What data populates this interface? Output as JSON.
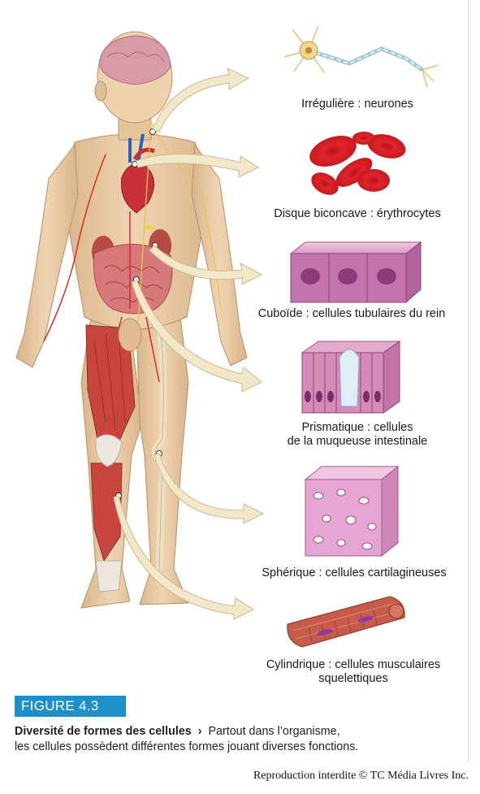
{
  "figure": {
    "badge": "FIGURE 4.3",
    "caption_title": "Diversité de formes des cellules",
    "caption_arrow": "›",
    "caption_text_1": "Partout dans l’organisme,",
    "caption_text_2": "les cellules possèdent différentes formes jouant diverses fonctions.",
    "copyright": "Reproduction interdite © TC Média Livres Inc."
  },
  "cells": [
    {
      "label_1": "Irrégulière : neurones",
      "label_2": ""
    },
    {
      "label_1": "Disque biconcave : érythrocytes",
      "label_2": ""
    },
    {
      "label_1": "Cuboïde : cellules tubulaires du rein",
      "label_2": ""
    },
    {
      "label_1": "Prismatique : cellules",
      "label_2": "de la muqueuse intestinale"
    },
    {
      "label_1": "Sphérique : cellules cartilagineuses",
      "label_2": ""
    },
    {
      "label_1": "Cylindrique : cellules musculaires",
      "label_2": "squelettiques"
    }
  ],
  "colors": {
    "badge": "#1d8fc9",
    "skin": "#e8c9a4",
    "muscle": "#c9463f",
    "arrow": "#f2e7c8",
    "tissue_pink": "#d88fc0"
  }
}
